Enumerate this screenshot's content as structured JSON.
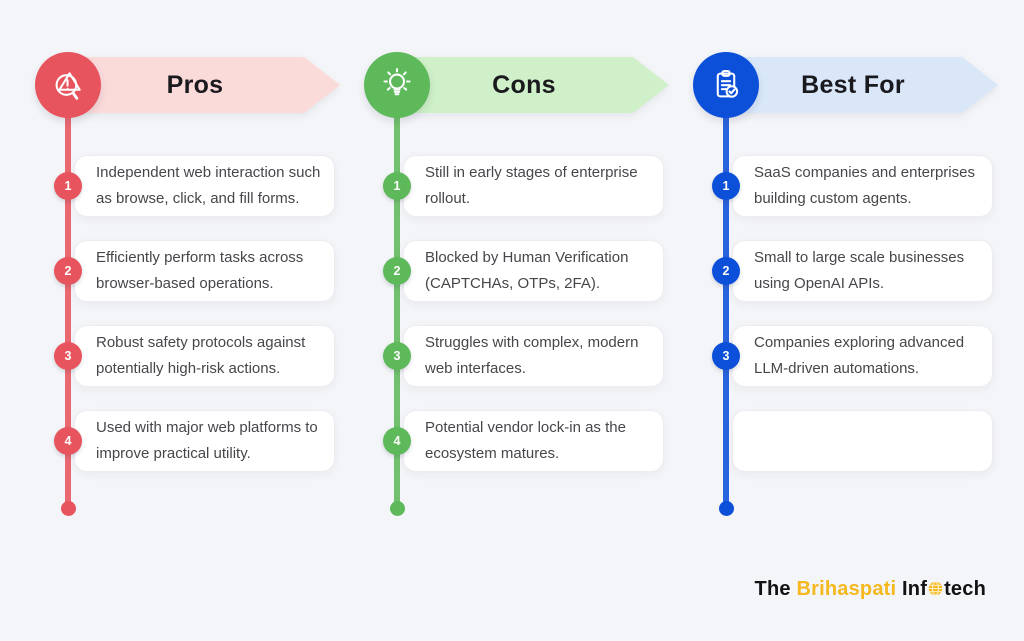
{
  "page": {
    "background": "#f4f5f8"
  },
  "columns": [
    {
      "id": "pros",
      "title": "Pros",
      "icon": "warning-magnifier-icon",
      "accent": "#e8545d",
      "accent_light": "#fbdada",
      "items": [
        {
          "num": "1",
          "text": "Independent web interaction such as browse, click, and fill forms."
        },
        {
          "num": "2",
          "text": "Efficiently perform tasks across browser-based operations."
        },
        {
          "num": "3",
          "text": "Robust safety protocols against potentially high-risk actions."
        },
        {
          "num": "4",
          "text": "Used with major web platforms to improve practical utility."
        }
      ]
    },
    {
      "id": "cons",
      "title": "Cons",
      "icon": "lightbulb-icon",
      "accent": "#5eb95a",
      "accent_light": "#cff0c8",
      "items": [
        {
          "num": "1",
          "text": "Still in early stages of enterprise rollout."
        },
        {
          "num": "2",
          "text": "Blocked by Human Verification (CAPTCHAs, OTPs, 2FA)."
        },
        {
          "num": "3",
          "text": "Struggles with complex, modern web interfaces."
        },
        {
          "num": "4",
          "text": "Potential vendor lock-in as the ecosystem matures."
        }
      ]
    },
    {
      "id": "best-for",
      "title": "Best For",
      "icon": "clipboard-check-icon",
      "accent": "#0c50da",
      "accent_light": "#d9e7f9",
      "items": [
        {
          "num": "1",
          "text": "SaaS companies and enterprises building custom agents."
        },
        {
          "num": "2",
          "text": "Small to large scale businesses using OpenAI APIs."
        },
        {
          "num": "3",
          "text": "Companies exploring advanced LLM-driven automations."
        },
        {
          "num": "",
          "text": ""
        }
      ]
    }
  ],
  "footer": {
    "logo_part_the": "The ",
    "logo_part_brand": "Brihaspati",
    "logo_part_inf": " Inf",
    "logo_part_tech": "tech",
    "logo_accent_color": "#f5b81d",
    "logo_globe_icon": "globe-icon"
  }
}
